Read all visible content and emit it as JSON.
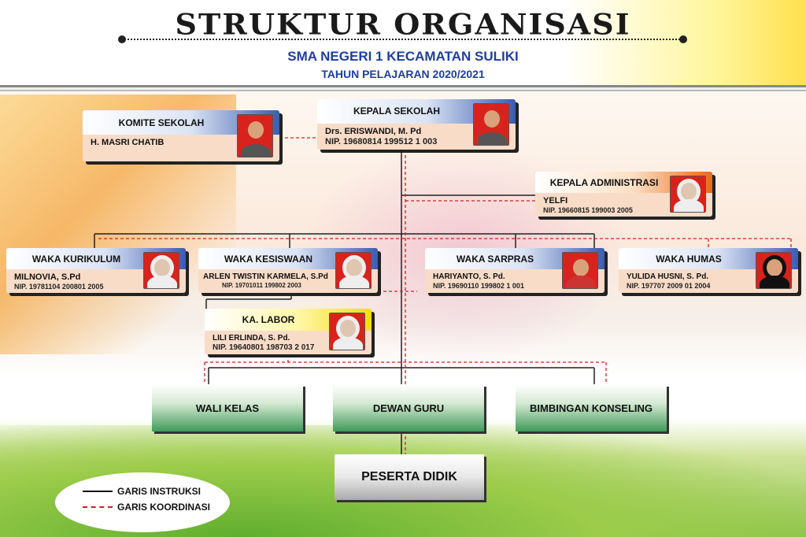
{
  "header": {
    "title": "STRUKTUR ORGANISASI",
    "school": "SMA NEGERI 1 KECAMATAN SULIKI",
    "year": "TAHUN PELAJARAN 2020/2021"
  },
  "positions": {
    "komite": {
      "title": "KOMITE SEKOLAH",
      "name": "H. MASRI CHATIB"
    },
    "kepsek": {
      "title": "KEPALA SEKOLAH",
      "name": "Drs. ERISWANDI, M. Pd",
      "nip": "NIP. 19680814 199512 1 003"
    },
    "kaadm": {
      "title": "KEPALA ADMINISTRASI",
      "name": "YELFI",
      "nip": "NIP. 19660815 199003 2005"
    },
    "kurikulum": {
      "title": "WAKA KURIKULUM",
      "name": "MILNOVIA, S.Pd",
      "nip": "NIP. 19781104 200801 2005"
    },
    "kesiswaan": {
      "title": "WAKA KESISWAAN",
      "name": "ARLEN TWISTIN KARMELA, S.Pd",
      "nip": "NIP. 19701011 199802 2003"
    },
    "sarpras": {
      "title": "WAKA SARPRAS",
      "name": "HARIYANTO, S. Pd.",
      "nip": "NIP. 19690110 199802 1 001"
    },
    "humas": {
      "title": "WAKA HUMAS",
      "name": "YULIDA HUSNI, S. Pd.",
      "nip": "NIP. 197707 2009 01 2004"
    },
    "labor": {
      "title": "KA. LABOR",
      "name": "LILI ERLINDA, S. Pd.",
      "nip": "NIP. 19640801 198703 2 017"
    }
  },
  "groups": {
    "wali": "WALI KELAS",
    "guru": "DEWAN GURU",
    "bk": "BIMBINGAN KONSELING",
    "siswa": "PESERTA DIDIK"
  },
  "legend": {
    "solid": "GARIS INSTRUKSI",
    "dashed": "GARIS KOORDINASI"
  }
}
